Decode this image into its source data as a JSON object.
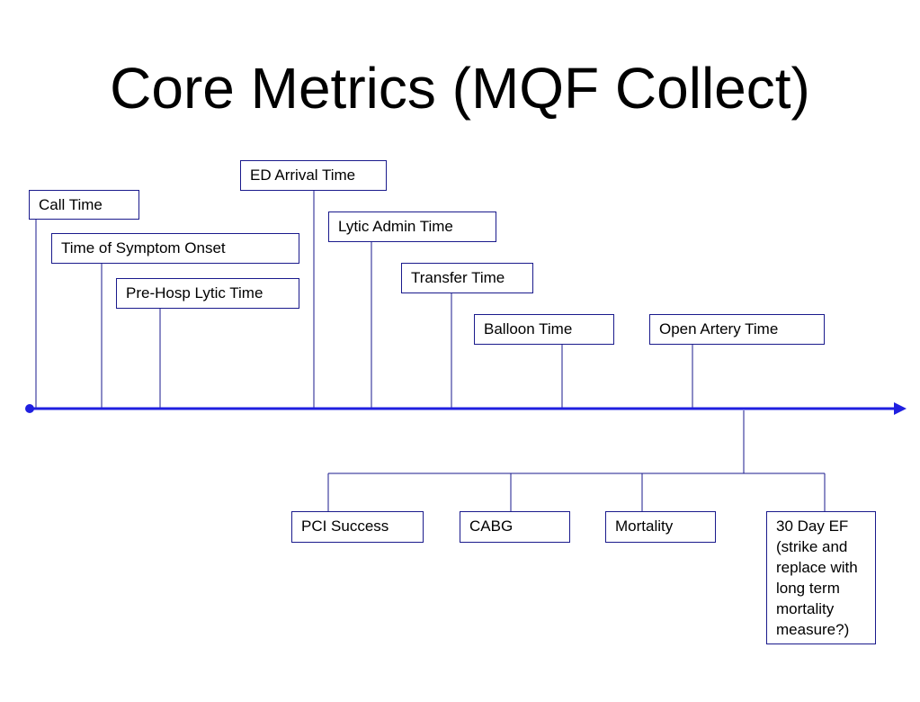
{
  "title": "Core Metrics (MQF Collect)",
  "colors": {
    "timeline": "#1f1fe0",
    "connector": "#1a1a8c",
    "box_border": "#1a1a8c"
  },
  "timeline_events": [
    "Call Time",
    "Time of Symptom Onset",
    "Pre-Hosp Lytic Time",
    "ED Arrival Time",
    "Lytic Admin Time",
    "Transfer Time",
    "Balloon Time",
    "Open Artery Time"
  ],
  "outcomes": [
    "PCI Success",
    "CABG",
    "Mortality",
    "30 Day EF\n(strike and\nreplace with\nlong term\nmortality\nmeasure?)"
  ]
}
